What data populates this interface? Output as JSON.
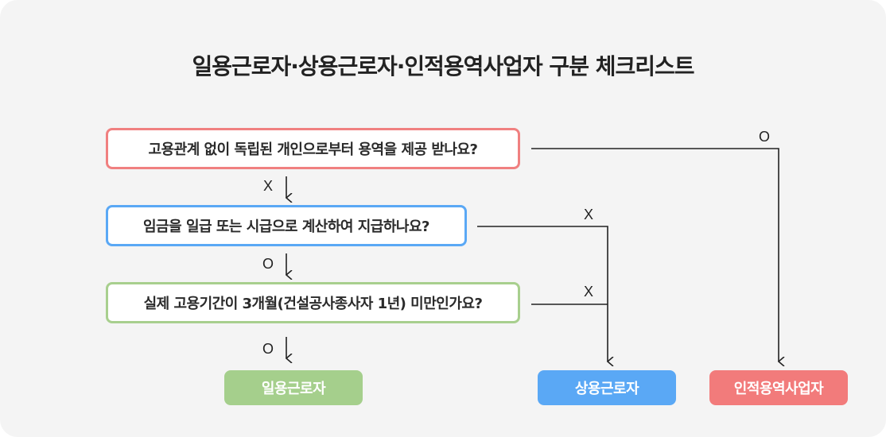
{
  "title": "일용근로자·상용근로자·인적용역사업자 구분 체크리스트",
  "questions": [
    {
      "text": "고용관계 없이 독립된 개인으로부터 용역을 제공 받나요?",
      "color": "#f08080"
    },
    {
      "text": "임금을 일급 또는 시급으로 계산하여 지급하나요?",
      "color": "#5aa8f5"
    },
    {
      "text": "실제 고용기간이 3개월(건설공사종사자 1년) 미만인가요?",
      "color": "#a8cf8e"
    }
  ],
  "results": [
    {
      "text": "일용근로자",
      "color": "#a5cf8c"
    },
    {
      "text": "상용근로자",
      "color": "#5aa8f5"
    },
    {
      "text": "인적용역사업자",
      "color": "#f27b7b"
    }
  ],
  "labels": {
    "q1_no": "X",
    "q2_yes": "O",
    "q3_yes": "O",
    "q1_yes": "O",
    "q2_no": "X",
    "q3_no": "X"
  },
  "colors": {
    "background": "#f4f4f4",
    "line": "#222222"
  }
}
